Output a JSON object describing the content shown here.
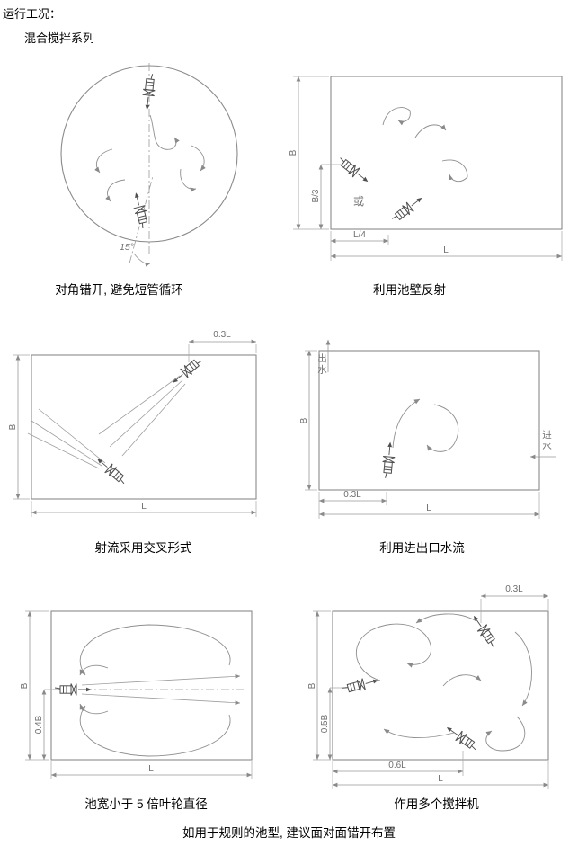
{
  "page": {
    "title": "运行工况：",
    "subtitle": "混合搅拌系列",
    "footer": "如用于规则的池型, 建议面对面错开布置"
  },
  "panels": {
    "p1": {
      "caption": "对角错开, 避免短管循环",
      "angle": "15°"
    },
    "p2": {
      "caption": "利用池壁反射",
      "dim_b": "B",
      "dim_b3": "B/3",
      "dim_l4": "L/4",
      "dim_l": "L",
      "or_label": "或"
    },
    "p3": {
      "caption": "射流采用交叉形式",
      "dim_03l": "0.3L",
      "dim_b": "B",
      "dim_l": "L"
    },
    "p4": {
      "caption": "利用进出口水流",
      "outlet": "出水",
      "inlet": "进水",
      "dim_b": "B",
      "dim_03l": "0.3L",
      "dim_l": "L"
    },
    "p5": {
      "caption": "池宽小于 5 倍叶轮直径",
      "dim_b": "B",
      "dim_04b": "0.4B",
      "dim_l": "L"
    },
    "p6": {
      "caption": "作用多个搅拌机",
      "dim_03l": "0.3L",
      "dim_b": "B",
      "dim_05b": "0.5B",
      "dim_06l": "0.6L",
      "dim_l": "L"
    }
  }
}
